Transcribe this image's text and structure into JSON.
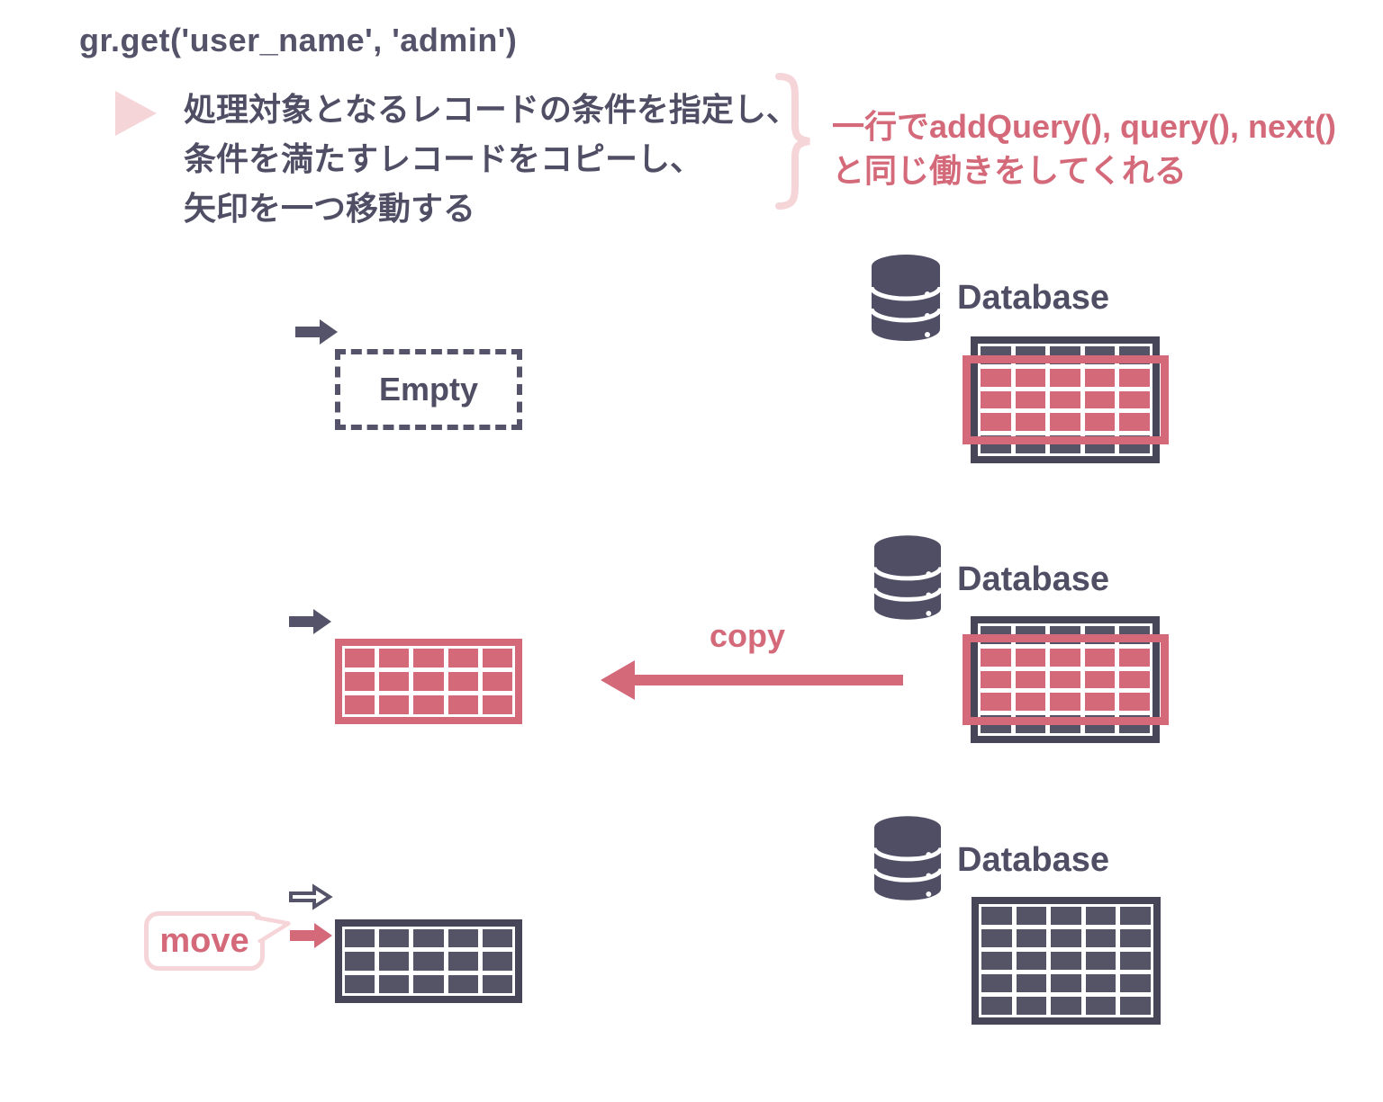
{
  "colors": {
    "ink": "#54536a",
    "ink_text": "#4f4e65",
    "ink_border": "#474659",
    "cell_dark": "#555467",
    "rose": "#d4697a",
    "pink_light": "#f6d5d9",
    "white": "#ffffff",
    "background": "#ffffff"
  },
  "code_line": "gr.get('user_name', 'admin')",
  "description": {
    "line1": "処理対象となるレコードの条件を指定し、",
    "line2": "条件を満たすレコードをコピーし、",
    "line3": "矢印を一つ移動する"
  },
  "note": {
    "line1": "一行でaddQuery(), query(), next()",
    "line2": "と同じ働きをしてくれる"
  },
  "steps": {
    "step1": {
      "database_label": "Database",
      "empty_label": "Empty"
    },
    "step2": {
      "database_label": "Database",
      "copy_label": "copy"
    },
    "step3": {
      "database_label": "Database",
      "move_label": "move"
    }
  },
  "tables": {
    "db_step1": {
      "rows": 5,
      "cols": 5,
      "highlight_rows": [
        2,
        3,
        4
      ]
    },
    "db_step2": {
      "rows": 5,
      "cols": 5,
      "highlight_rows": [
        2,
        3,
        4
      ]
    },
    "db_step3": {
      "rows": 5,
      "cols": 5,
      "highlight_rows": []
    },
    "copied_record": {
      "rows": 3,
      "cols": 5,
      "fill": "rose"
    },
    "moved_record": {
      "rows": 3,
      "cols": 5,
      "fill": "dark"
    }
  },
  "icons": {
    "bullet": "triangle-right-icon",
    "brace": "curly-brace-icon",
    "database": "database-icon",
    "arrow_solid": "arrow-right-icon",
    "arrow_hollow": "arrow-right-outline-icon",
    "arrow_copy": "arrow-left-long-icon",
    "bubble_tail": "speech-bubble-tail-icon"
  }
}
